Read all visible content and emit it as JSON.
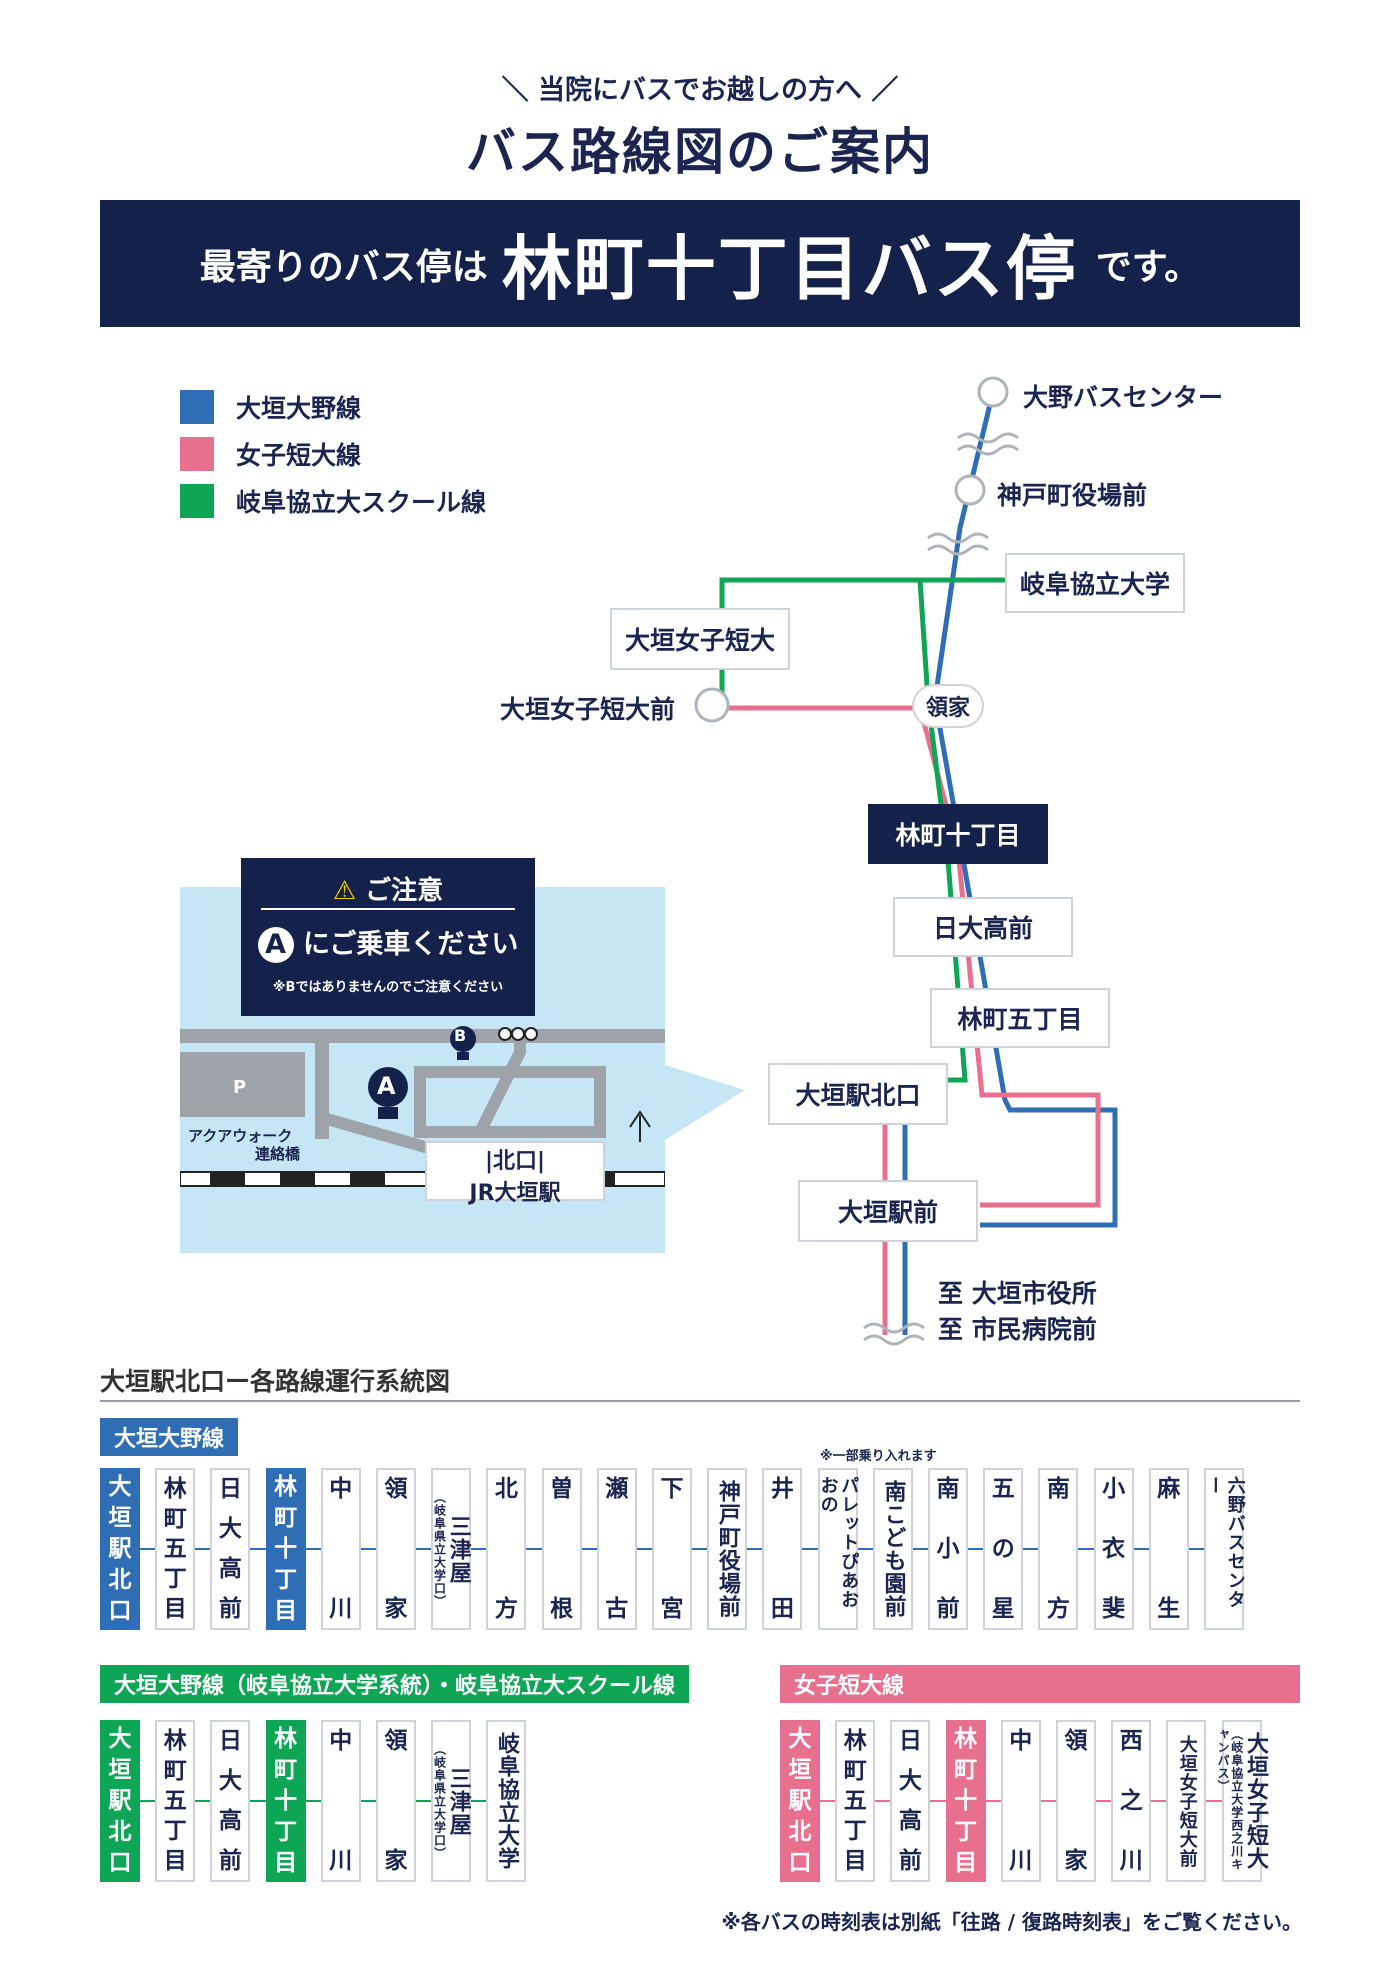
{
  "header": {
    "pretitle": "＼ 当院にバスでお越しの方へ ／",
    "title": "バス路線図のご案内",
    "banner_prefix": "最寄りのバス停は",
    "banner_stop": "林町十丁目バス停",
    "banner_suffix": "です。"
  },
  "colors": {
    "navy": "#14214a",
    "oogaki_ono": "#2f6db5",
    "joshi_tandai": "#e8708f",
    "kyoritsu_school": "#0ea556"
  },
  "legend": [
    {
      "label": "大垣大野線",
      "color": "#2f6db5"
    },
    {
      "label": "女子短大線",
      "color": "#e8708f"
    },
    {
      "label": "岐阜協立大スクール線",
      "color": "#0ea556"
    }
  ],
  "route_map": {
    "stops": {
      "ono_bus_center": "大野バスセンター",
      "kobe_town_hall": "神戸町役場前",
      "gifu_kyoritsu": "岐阜協立大学",
      "ogaki_women_college": "大垣女子短大",
      "ogaki_women_college_mae": "大垣女子短大前",
      "ryoke": "領家",
      "hayashi_10": "林町十丁目",
      "nichidai_koko": "日大高前",
      "hayashi_5": "林町五丁目",
      "ogaki_north_exit": "大垣駅北口",
      "ogaki_station_mae": "大垣駅前",
      "to_city_hall": "至 大垣市役所",
      "to_hospital": "至 市民病院前"
    }
  },
  "station_map": {
    "caution_title": "ご注意",
    "caution_letter": "A",
    "caution_body": "にご乗車ください",
    "caution_note": "※Bではありませんのでご注意ください",
    "stop_a": "A",
    "stop_b": "B",
    "parking": "P",
    "aqua_walk_line1": "アクアウォーク",
    "aqua_walk_line2": "連絡橋",
    "north_exit": "|北口|",
    "jr_ogaki": "JR大垣駅"
  },
  "schedule": {
    "section_title": "大垣駅北口ー各路線運行系統図",
    "line1_title": "大垣大野線",
    "line1_note": "※一部乗り入れます",
    "line1_stops": [
      "大垣駅北口",
      "林町五丁目",
      "日大高前",
      "林町十丁目",
      "中川",
      "領家",
      "三津屋",
      "北方",
      "曽根",
      "瀬古",
      "下宮",
      "神戸町役場前",
      "井田",
      "パレットぴあおおの",
      "南こども園前",
      "南小前",
      "五の星",
      "南方",
      "小衣斐",
      "麻生",
      "六野バスセンター"
    ],
    "line1_sub": {
      "mitsuya": "（岐阜県立大学口）"
    },
    "line2_title": "大垣大野線（岐阜協立大学系統）・岐阜協立大スクール線",
    "line2_stops": [
      "大垣駅北口",
      "林町五丁目",
      "日大高前",
      "林町十丁目",
      "中川",
      "領家",
      "三津屋",
      "岐阜協立大学"
    ],
    "line3_title": "女子短大線",
    "line3_stops": [
      "大垣駅北口",
      "林町五丁目",
      "日大高前",
      "林町十丁目",
      "中川",
      "領家",
      "西之川",
      "大垣女子短大前",
      "大垣女子短大"
    ],
    "line3_sub": {
      "last": "（岐阜協立大学西之川キャンパス）"
    },
    "footnote": "※各バスの時刻表は別紙「往路 / 復路時刻表」をご覧ください。"
  }
}
